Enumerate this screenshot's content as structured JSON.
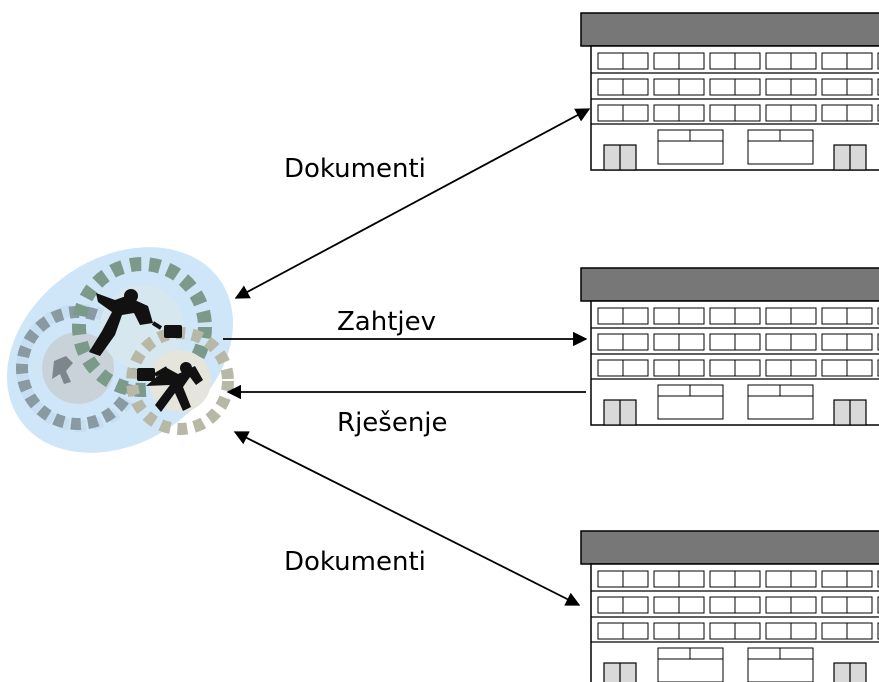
{
  "labels": {
    "top_arrow": "Dokumenti",
    "request": "Zahtjev",
    "response": "Rješenje",
    "bottom_arrow": "Dokumenti"
  },
  "colors": {
    "building_roof": "#777777",
    "building_outline": "#000000",
    "building_window": "#ffffff",
    "building_door": "#d9d9d9",
    "gear_blue_light": "#c7ddf1",
    "gear_gray": "#8a9aa3",
    "gear_green": "#7b9a8a",
    "gear_tan": "#b8b8a6",
    "business_ellipse": "#b9dcf3",
    "business_figure": "#111111"
  },
  "icons": {
    "citizen": "business-people-gears-icon",
    "institution": "office-building-icon"
  }
}
